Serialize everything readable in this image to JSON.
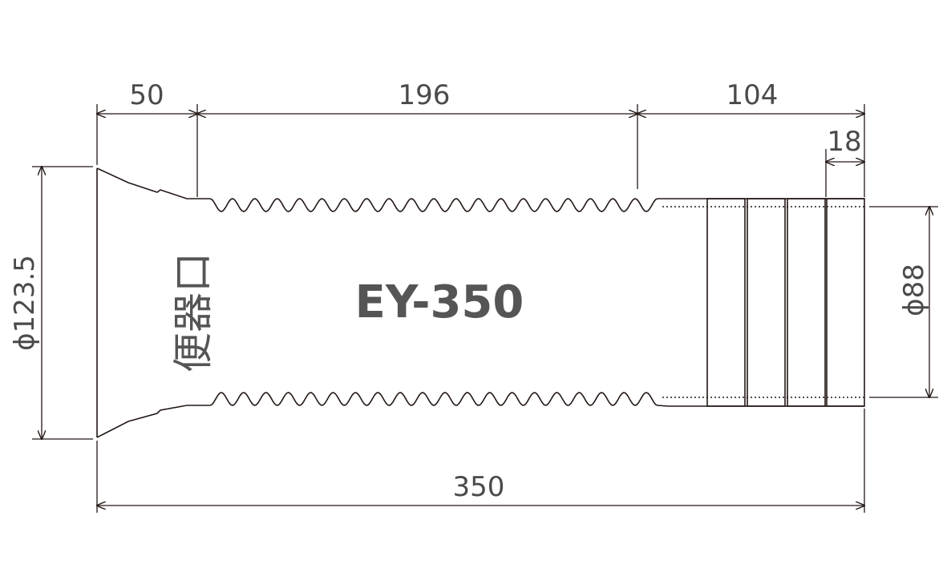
{
  "model_label": "EY-350",
  "inlet_label": "便器口",
  "dimensions": {
    "inlet_length": "50",
    "bellows_length": "196",
    "outlet_length": "104",
    "ring_width": "18",
    "total_length": "350",
    "inlet_diameter": "ϕ123.5",
    "outlet_diameter": "ϕ88"
  },
  "colors": {
    "line": "#231815",
    "text": "#4a4a4a",
    "label": "#555555"
  }
}
